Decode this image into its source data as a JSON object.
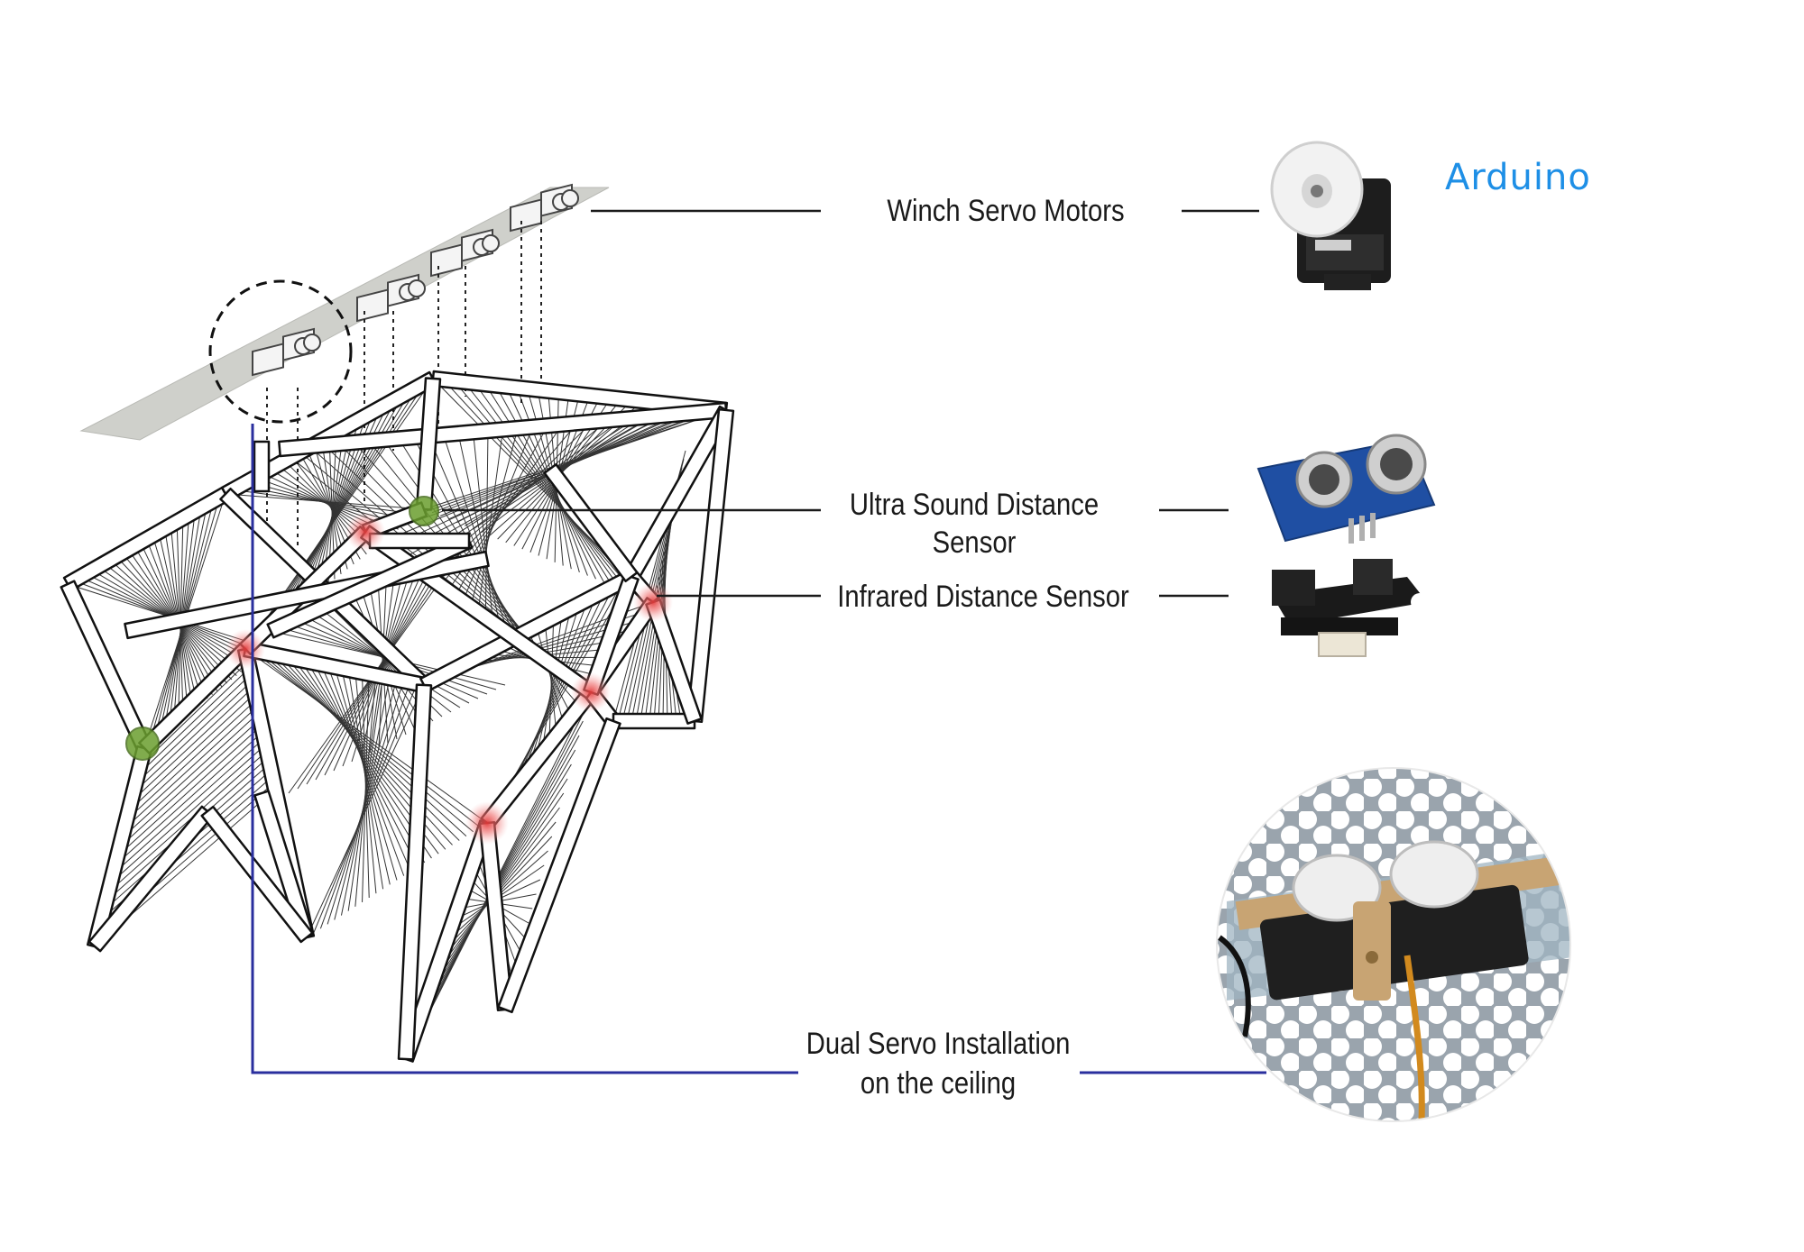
{
  "labels": {
    "winch": "Winch Servo Motors",
    "ultrasound_line1": "Ultra Sound Distance",
    "ultrasound_line2": "Sensor",
    "infrared": "Infrared Distance Sensor",
    "dual_line1": "Dual Servo Installation",
    "dual_line2": "on the ceiling",
    "arduino": "Arduino"
  },
  "colors": {
    "leader_line": "#1a1a1a",
    "blue_leader": "#2a2f9e",
    "arduino_text": "#1e8fe6",
    "red_marker": "#e23a3a",
    "green_marker": "#6b9e2f",
    "ceiling_panel": "#cfd0cb"
  },
  "icons": [
    "servo-motor-icon",
    "ultrasonic-sensor-icon",
    "infrared-sensor-icon",
    "dual-servo-photo"
  ]
}
